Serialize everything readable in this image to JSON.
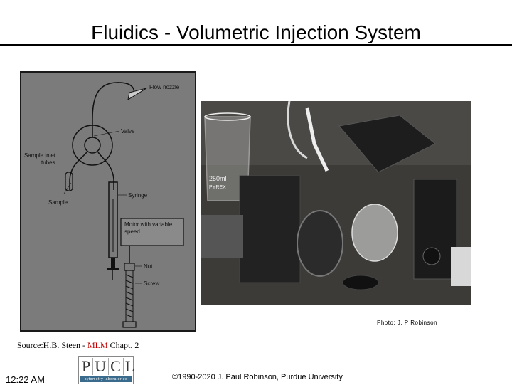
{
  "slide": {
    "title": "Fluidics - Volumetric Injection System",
    "photo_credit": "Photo: J. P Robinson",
    "source_prefix": "Source:H.B. Steen - ",
    "source_book": "MLM",
    "source_suffix": " Chapt. 2",
    "time": "12:22 AM",
    "copyright": "©1990-2020 J. Paul Robinson, Purdue University"
  },
  "diagram": {
    "labels": {
      "flow_nozzle": "Flow nozzle",
      "valve": "Valve",
      "sample_inlet_1": "Sample inlet",
      "sample_inlet_2": "tubes",
      "sample": "Sample",
      "syringe": "Syringe",
      "motor_1": "Motor with variable",
      "motor_2": "speed",
      "nut": "Nut",
      "screw": "Screw"
    }
  },
  "photo": {
    "beaker_volume": "250ml",
    "beaker_brand": "PYREX"
  },
  "logo": {
    "letters": [
      "P",
      "U",
      "C",
      "L"
    ],
    "tagline": "cytometry laboratories"
  },
  "colors": {
    "accent_source": "#c00000",
    "diagram_bg": "#7b7b7b",
    "logo_strip": "#3a6b8c"
  }
}
